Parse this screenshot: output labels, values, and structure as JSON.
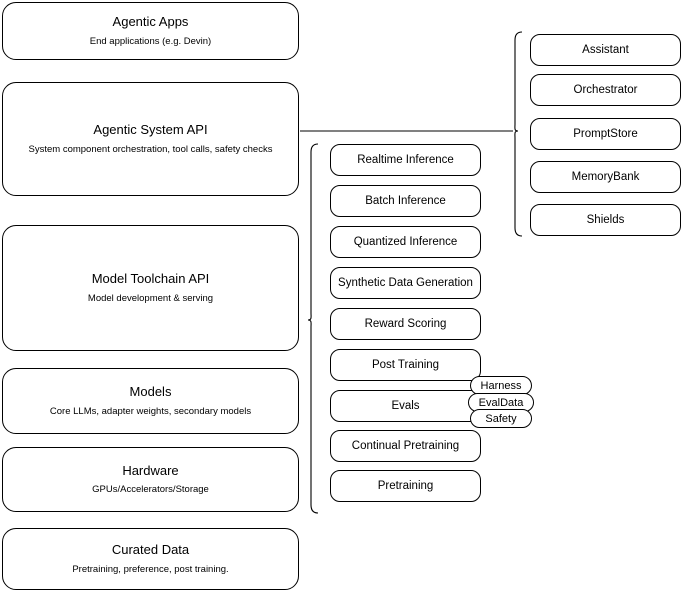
{
  "diagram": {
    "title": "AI Stack Architecture Diagram",
    "background_color": "#ffffff",
    "stroke_color": "#000000"
  },
  "layers": [
    {
      "name": "agentic-apps",
      "title": "Agentic Apps",
      "subtitle": "End applications (e.g. Devin)"
    },
    {
      "name": "agentic-system-api",
      "title": "Agentic System API",
      "subtitle": "System component orchestration, tool calls, safety checks"
    },
    {
      "name": "model-toolchain-api",
      "title": "Model Toolchain API",
      "subtitle": "Model development & serving"
    },
    {
      "name": "models",
      "title": "Models",
      "subtitle": "Core LLMs, adapter weights, secondary models"
    },
    {
      "name": "hardware",
      "title": "Hardware",
      "subtitle": "GPUs/Accelerators/Storage"
    },
    {
      "name": "curated-data",
      "title": "Curated Data",
      "subtitle": "Pretraining, preference, post training."
    }
  ],
  "capabilities": [
    {
      "name": "realtime-inference",
      "label": "Realtime Inference"
    },
    {
      "name": "batch-inference",
      "label": "Batch Inference"
    },
    {
      "name": "quantized-inference",
      "label": "Quantized Inference"
    },
    {
      "name": "synthetic-data-generation",
      "label": "Synthetic Data Generation"
    },
    {
      "name": "reward-scoring",
      "label": "Reward Scoring"
    },
    {
      "name": "post-training",
      "label": "Post Training"
    },
    {
      "name": "evals",
      "label": "Evals"
    },
    {
      "name": "continual-pretraining",
      "label": "Continual Pretraining"
    },
    {
      "name": "pretraining",
      "label": "Pretraining"
    }
  ],
  "components": [
    {
      "name": "assistant",
      "label": "Assistant"
    },
    {
      "name": "orchestrator",
      "label": "Orchestrator"
    },
    {
      "name": "promptstore",
      "label": "PromptStore"
    },
    {
      "name": "memorybank",
      "label": "MemoryBank"
    },
    {
      "name": "shields",
      "label": "Shields"
    }
  ],
  "eval_chips": [
    {
      "name": "harness",
      "label": "Harness"
    },
    {
      "name": "evaldata",
      "label": "EvalData"
    },
    {
      "name": "safety",
      "label": "Safety"
    }
  ]
}
